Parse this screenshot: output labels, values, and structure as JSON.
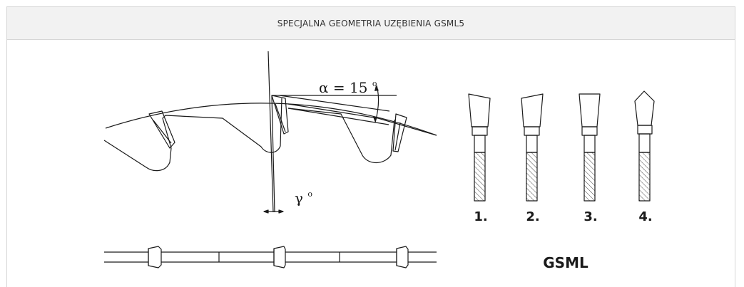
{
  "panel": {
    "title": "SPECJALNA GEOMETRIA UZĘBIENIA GSML5"
  },
  "diagram": {
    "alpha_symbol": "α",
    "alpha_equals": "= 15",
    "alpha_degree": "o",
    "gamma_symbol": "γ",
    "gamma_degree": "o",
    "variants": [
      "1.",
      "2.",
      "3.",
      "4."
    ],
    "system_label": "GSML"
  },
  "colors": {
    "stroke": "#1a1a1a",
    "header_bg": "#f2f2f2",
    "border": "#d6d6d6"
  }
}
